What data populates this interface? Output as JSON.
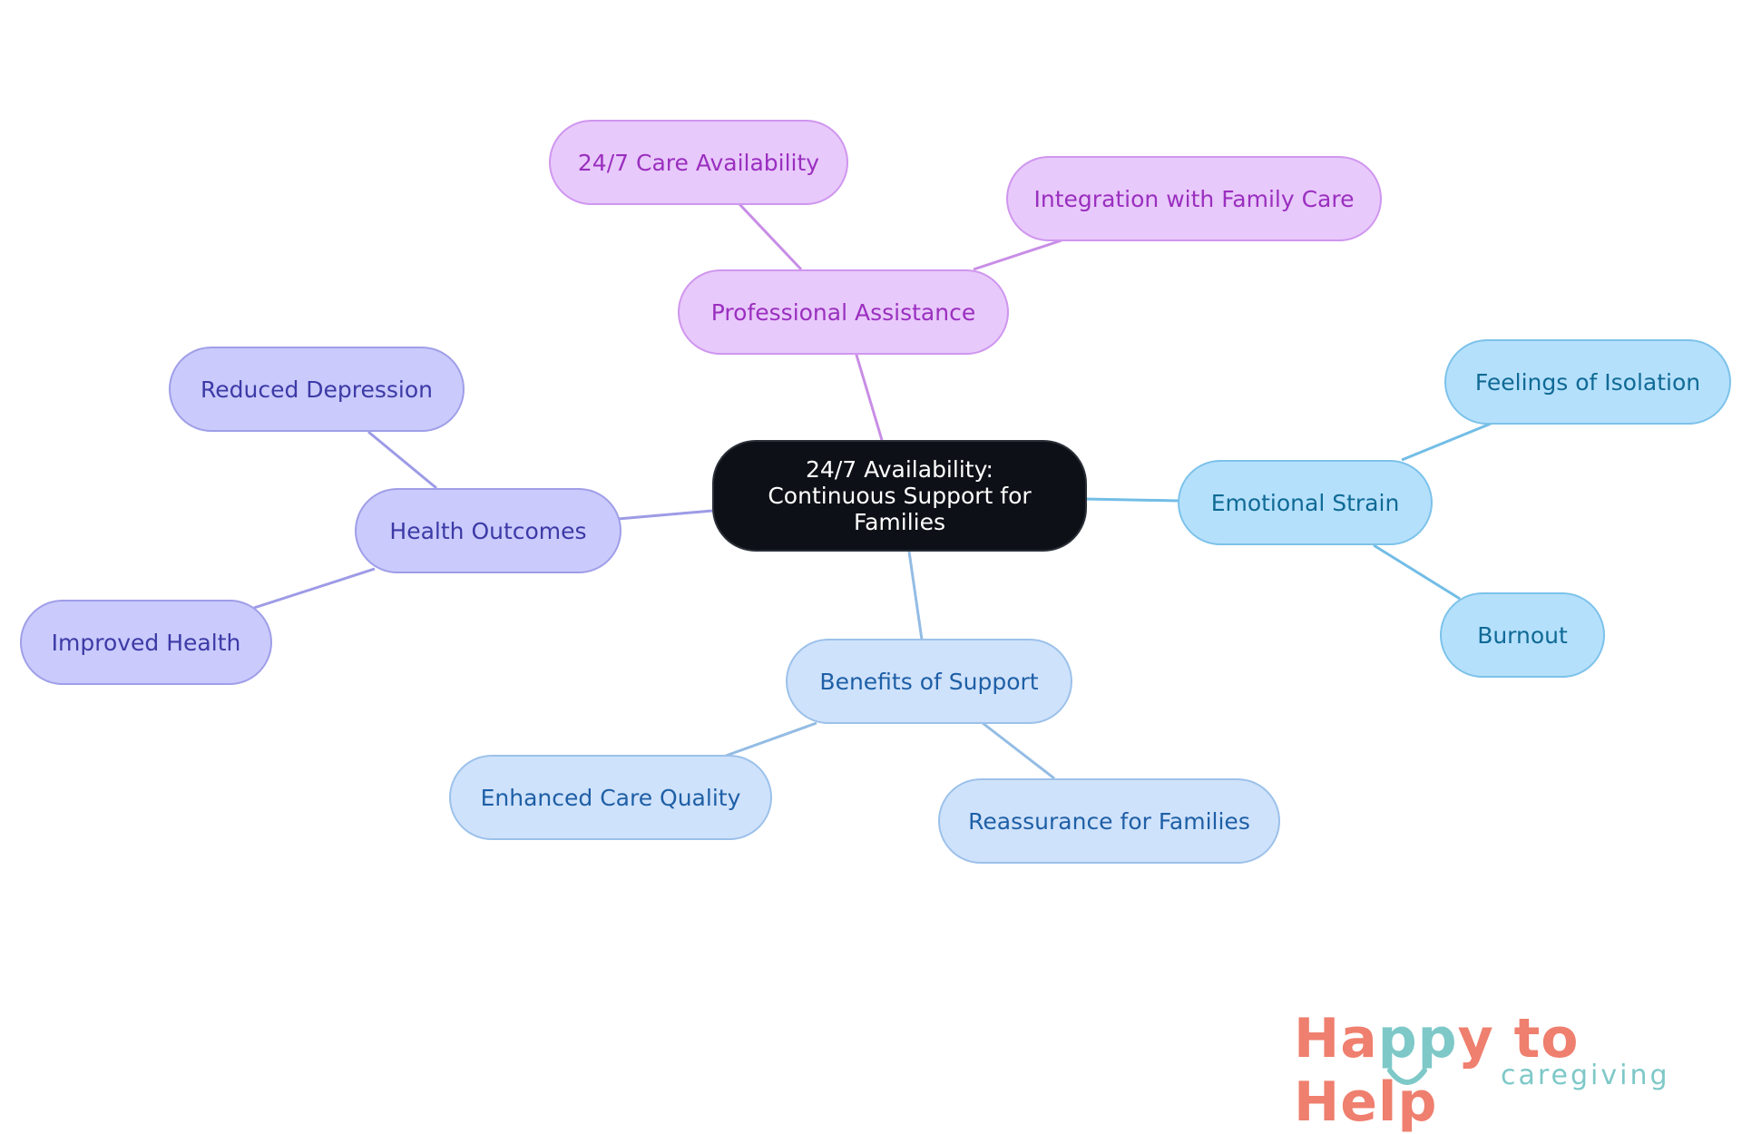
{
  "diagram": {
    "root": {
      "label": "24/7 Availability: Continuous Support for Families"
    },
    "branches": [
      {
        "label": "Professional Assistance",
        "children": [
          "24/7 Care Availability",
          "Integration with Family Care"
        ]
      },
      {
        "label": "Health Outcomes",
        "children": [
          "Reduced Depression",
          "Improved Health"
        ]
      },
      {
        "label": "Emotional Strain",
        "children": [
          "Feelings of Isolation",
          "Burnout"
        ]
      },
      {
        "label": "Benefits of Support",
        "children": [
          "Enhanced Care Quality",
          "Reassurance for Families"
        ]
      }
    ]
  },
  "logo": {
    "text_start": "Ha",
    "text_accent": "pp",
    "text_end": "y to Help",
    "subtitle": "caregiving"
  },
  "colors": {
    "root_fill": "#0d1117",
    "purple_edge": "#c88de6",
    "violet_edge": "#9d9be6",
    "sky_edge": "#72bde6",
    "blue_edge": "#93bce4",
    "logo_coral": "#ef7f6e",
    "logo_teal": "#7ec8c8"
  }
}
